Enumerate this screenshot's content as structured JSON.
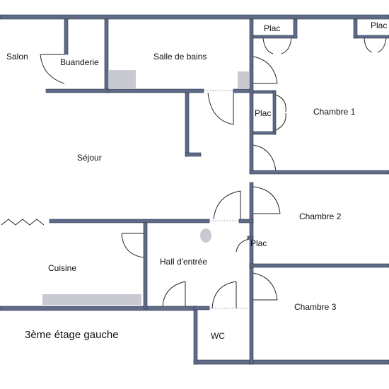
{
  "rooms": {
    "salon": "Salon",
    "buanderie": "Buanderie",
    "salle_de_bains": "Salle de bains",
    "placard_top_1": "Plac",
    "placard_top_2": "Plac",
    "placard_ch1": "Plac",
    "chambre_1": "Chambre 1",
    "sejour": "Séjour",
    "chambre_2": "Chambre 2",
    "placard_hall": "Plac",
    "cuisine": "Cuisine",
    "hall_entree": "Hall d'entrée",
    "chambre_3": "Chambre 3",
    "wc": "WC"
  },
  "floor_label": "3ème étage gauche",
  "colors": {
    "wall": "#5f6b87",
    "fixture": "#c9c9d2"
  }
}
